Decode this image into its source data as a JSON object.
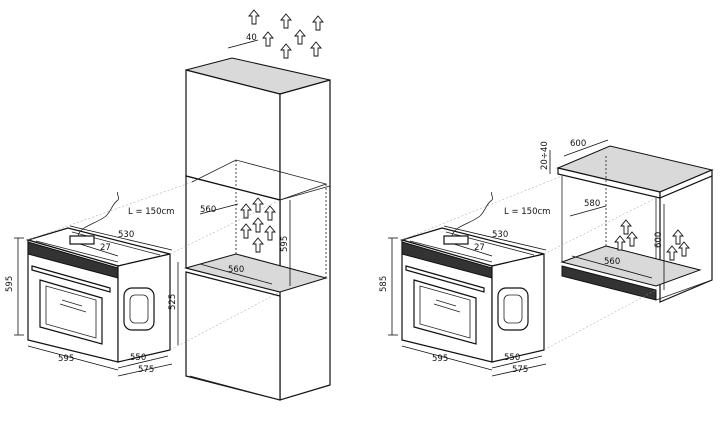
{
  "left_oven": {
    "cable_label": "L = 150cm",
    "dim_height": "595",
    "dim_width": "595",
    "dim_top_depth": "530",
    "dim_panel": "27",
    "dim_depth_inner": "550",
    "dim_depth_outer": "575",
    "dim_side": "525"
  },
  "column_cabinet": {
    "dim_gap": "40",
    "dim_depth": "560",
    "dim_inner_depth": "560",
    "dim_height": "595"
  },
  "right_oven": {
    "cable_label": "L = 150cm",
    "dim_height": "585",
    "dim_width": "595",
    "dim_top_depth": "530",
    "dim_panel": "27",
    "dim_depth_inner": "550",
    "dim_depth_outer": "575"
  },
  "counter_cabinet": {
    "dim_top": "20÷40",
    "dim_width": "600",
    "dim_inner_depth": "580",
    "dim_inner_width": "560",
    "dim_height": "600"
  }
}
